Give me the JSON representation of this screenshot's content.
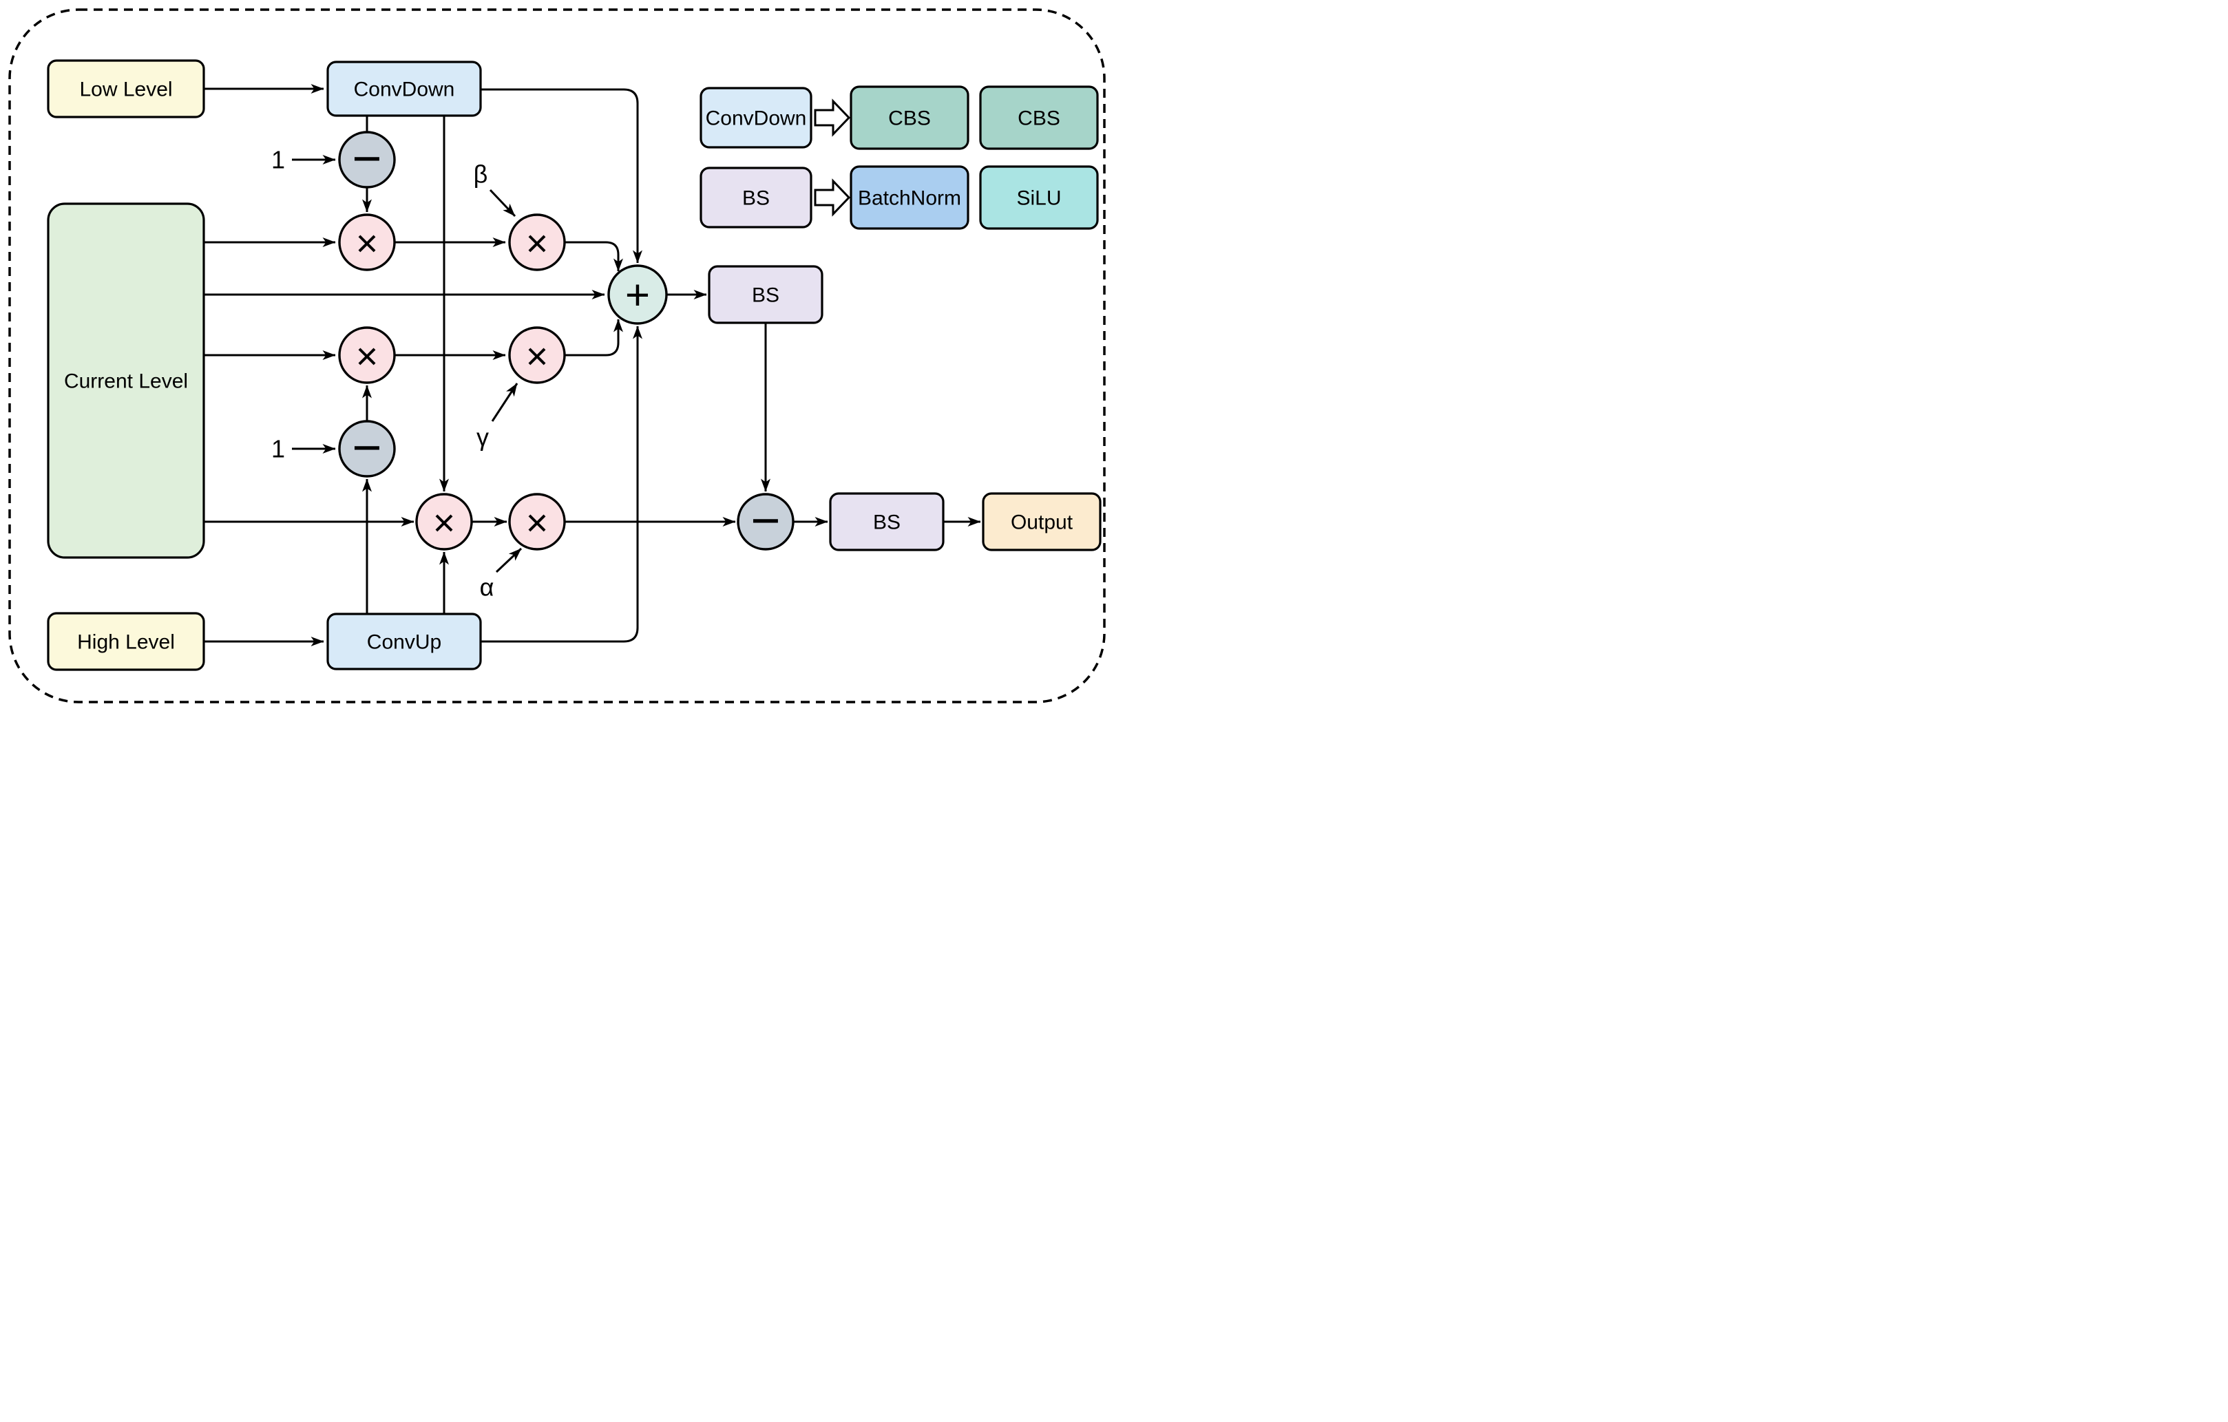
{
  "nodes": {
    "low_level": "Low Level",
    "conv_down": "ConvDown",
    "current_level": "Current Level",
    "high_level": "High Level",
    "conv_up": "ConvUp",
    "bs_mid": "BS",
    "bs_out": "BS",
    "output": "Output"
  },
  "operators": {
    "times": "×",
    "minus": "−",
    "plus": "+"
  },
  "scalars": {
    "one_top": "1",
    "one_bottom": "1",
    "beta": "β",
    "gamma": "γ",
    "alpha": "α"
  },
  "legend": {
    "rows": [
      {
        "key": "ConvDown",
        "expansion": [
          "CBS",
          "CBS"
        ]
      },
      {
        "key": "BS",
        "expansion": [
          "BatchNorm",
          "SiLU"
        ]
      }
    ]
  },
  "colors": {
    "input_yellow": "#FCF9DB",
    "current_green": "#DFEFDB",
    "conv_blue": "#D8EAF8",
    "cbs_teal": "#A6D4C9",
    "bs_lavender": "#E7E2F1",
    "batchnorm_blue": "#AACEF0",
    "silu_cyan": "#AAE4E3",
    "output_peach": "#FCEBCF",
    "times_pink": "#FBE1E4",
    "minus_gray": "#C8D1DA",
    "plus_mint": "#D9ECE7"
  }
}
